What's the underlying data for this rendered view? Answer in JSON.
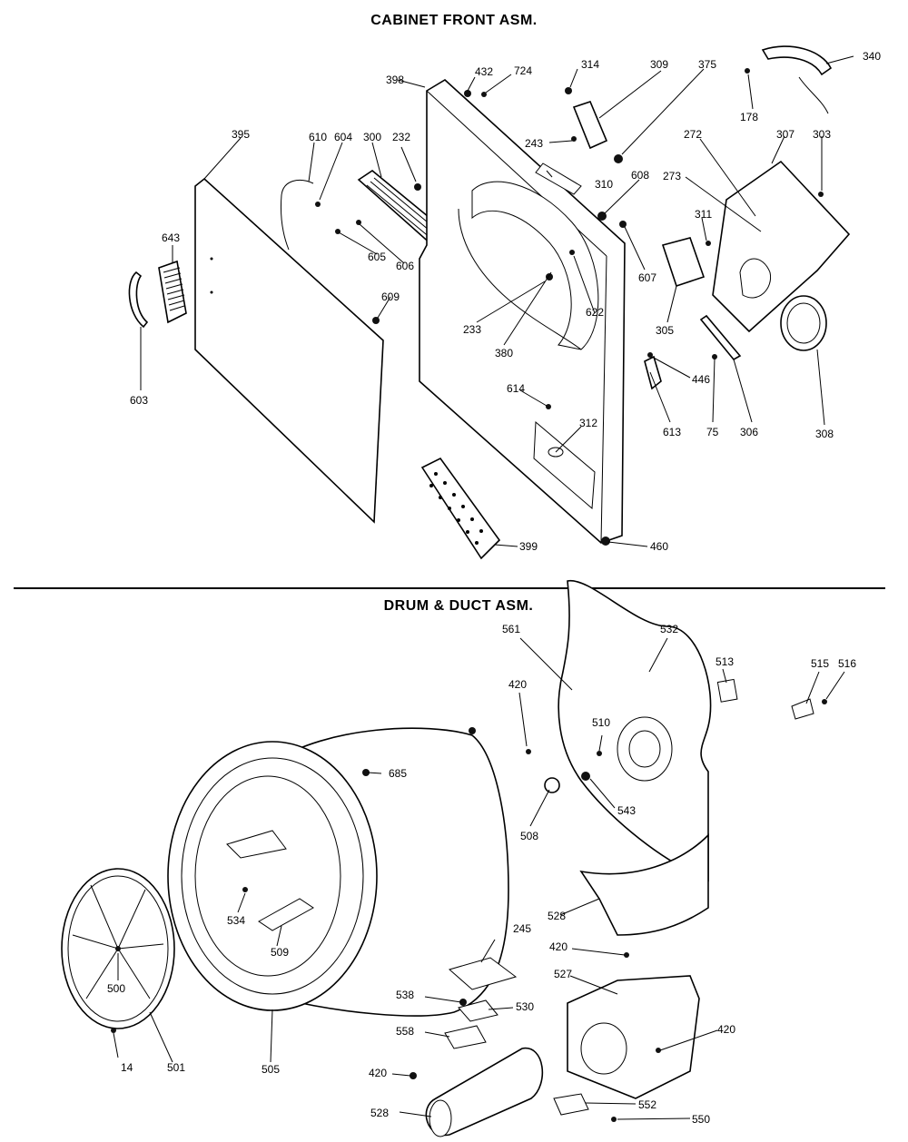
{
  "sections": {
    "top_title": "CABINET FRONT ASM.",
    "bottom_title": "DRUM & DUCT ASM."
  },
  "callouts": [
    "398",
    "432",
    "724",
    "314",
    "309",
    "375",
    "340",
    "395",
    "610",
    "604",
    "300",
    "232",
    "243",
    "310",
    "608",
    "178",
    "272",
    "307",
    "303",
    "273",
    "311",
    "643",
    "605",
    "606",
    "233",
    "622",
    "607",
    "609",
    "380",
    "305",
    "603",
    "446",
    "614",
    "312",
    "613",
    "75",
    "306",
    "308",
    "399",
    "460",
    "561",
    "532",
    "513",
    "515",
    "516",
    "420",
    "510",
    "685",
    "543",
    "508",
    "534",
    "509",
    "528",
    "245",
    "420",
    "500",
    "538",
    "530",
    "527",
    "420",
    "558",
    "14",
    "501",
    "505",
    "420",
    "552",
    "528",
    "550"
  ]
}
